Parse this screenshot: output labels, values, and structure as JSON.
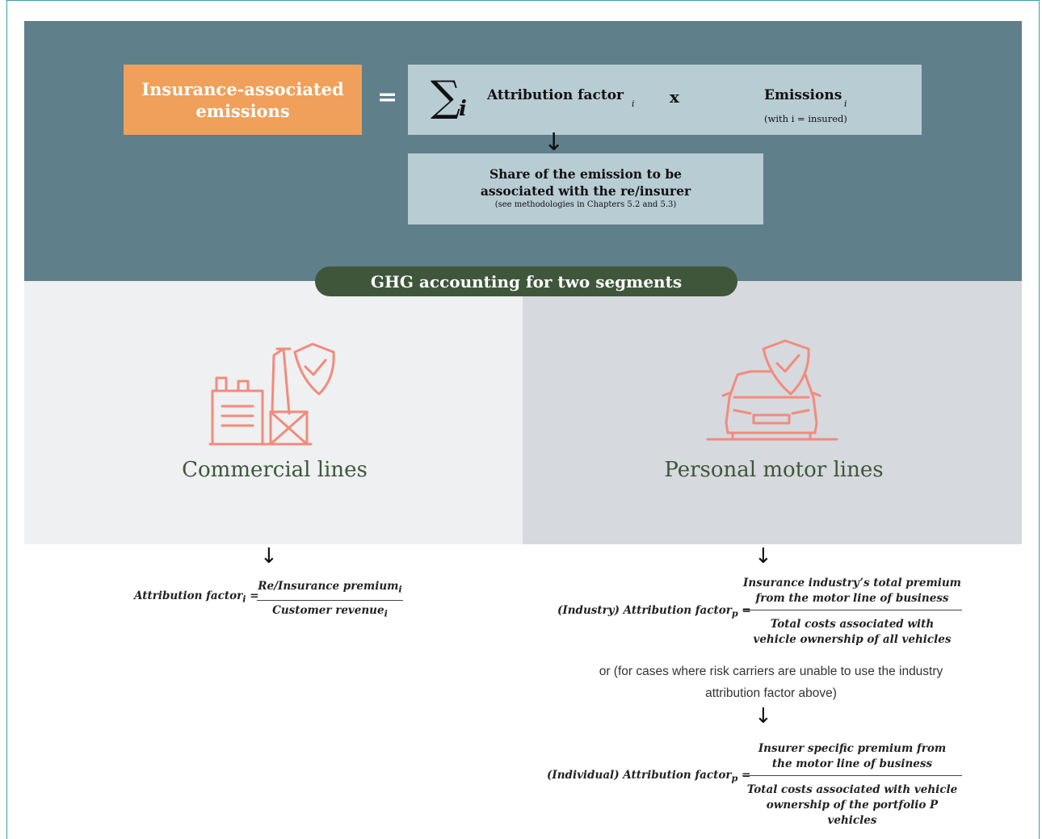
{
  "header": {
    "left_box": "Insurance-associated emissions",
    "equals": "=",
    "sigma": "∑",
    "sigma_sub": "i",
    "attribution_label": "Attribution factor",
    "attribution_sub": "i",
    "times": "x",
    "emissions_label": "Emissions",
    "emissions_sub": "i",
    "emissions_note": "(with i = insured)",
    "arrow": "↓",
    "share_line1": "Share of the emission to be",
    "share_line2": "associated with the re/insurer",
    "share_note": "(see methodologies in Chapters 5.2 and 5.3)"
  },
  "pill": "GHG accounting for two segments",
  "segments": {
    "commercial": {
      "title": "Commercial lines",
      "icon": "factory-shield-icon",
      "arrow": "↓",
      "formula": {
        "lhs": "Attribution factor",
        "lhs_sub": "i",
        "eq": " =",
        "numerator": "Re/Insurance premium",
        "numerator_sub": "i",
        "denominator": "Customer revenue",
        "denominator_sub": "i"
      }
    },
    "personal": {
      "title": "Personal motor lines",
      "icon": "car-shield-icon",
      "arrow": "↓",
      "formula_industry": {
        "lhs": "(Industry) Attribution factor",
        "lhs_sub": "p",
        "eq": " =",
        "num1": "Insurance industry’s total premium",
        "num2": "from the motor line of business",
        "den1": "Total costs associated with",
        "den2": "vehicle ownership of all vehicles"
      },
      "or_text": "or (for cases where risk carriers are unable to use the industry attribution factor above)",
      "arrow2": "↓",
      "formula_individual": {
        "lhs": "(Individual) Attribution factor",
        "lhs_sub": "p",
        "eq": " =",
        "num1": "Insurer specific premium from",
        "num2": "the motor line of business",
        "den1": "Total costs associated with vehicle",
        "den2": "ownership of the portfolio P vehicles"
      }
    }
  },
  "colors": {
    "top_panel": "#5f7f8b",
    "orange": "#f0a05a",
    "light_blue": "#b8ccd4",
    "dark_green": "#3f563b",
    "icon_salmon": "#f28b7d"
  }
}
